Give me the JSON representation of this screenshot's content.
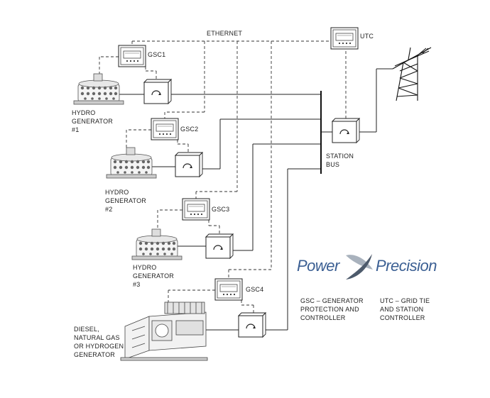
{
  "network": {
    "ethernet_label": "ETHERNET",
    "station_bus_label": "STATION\nBUS"
  },
  "controllers": [
    {
      "id": "GSC1"
    },
    {
      "id": "GSC2"
    },
    {
      "id": "GSC3"
    },
    {
      "id": "GSC4"
    },
    {
      "id": "UTC"
    }
  ],
  "generators": [
    {
      "label": "HYDRO\nGENERATOR\n#1"
    },
    {
      "label": "HYDRO\nGENERATOR\n#2"
    },
    {
      "label": "HYDRO\nGENERATOR\n#3"
    },
    {
      "label": "DIESEL,\nNATURAL GAS\nOR HYDROGEN\nGENERATOR"
    }
  ],
  "logo": {
    "word1": "Power",
    "word2": "Precision",
    "colors": {
      "text": "#3b5f93",
      "mark_light": "#a9b2bd",
      "mark_dark": "#4d5a6b"
    }
  },
  "legend": {
    "gsc": "GSC – GENERATOR\nPROTECTION AND\nCONTROLLER",
    "utc": "UTC – GRID TIE\nAND STATION\nCONTROLLER"
  }
}
